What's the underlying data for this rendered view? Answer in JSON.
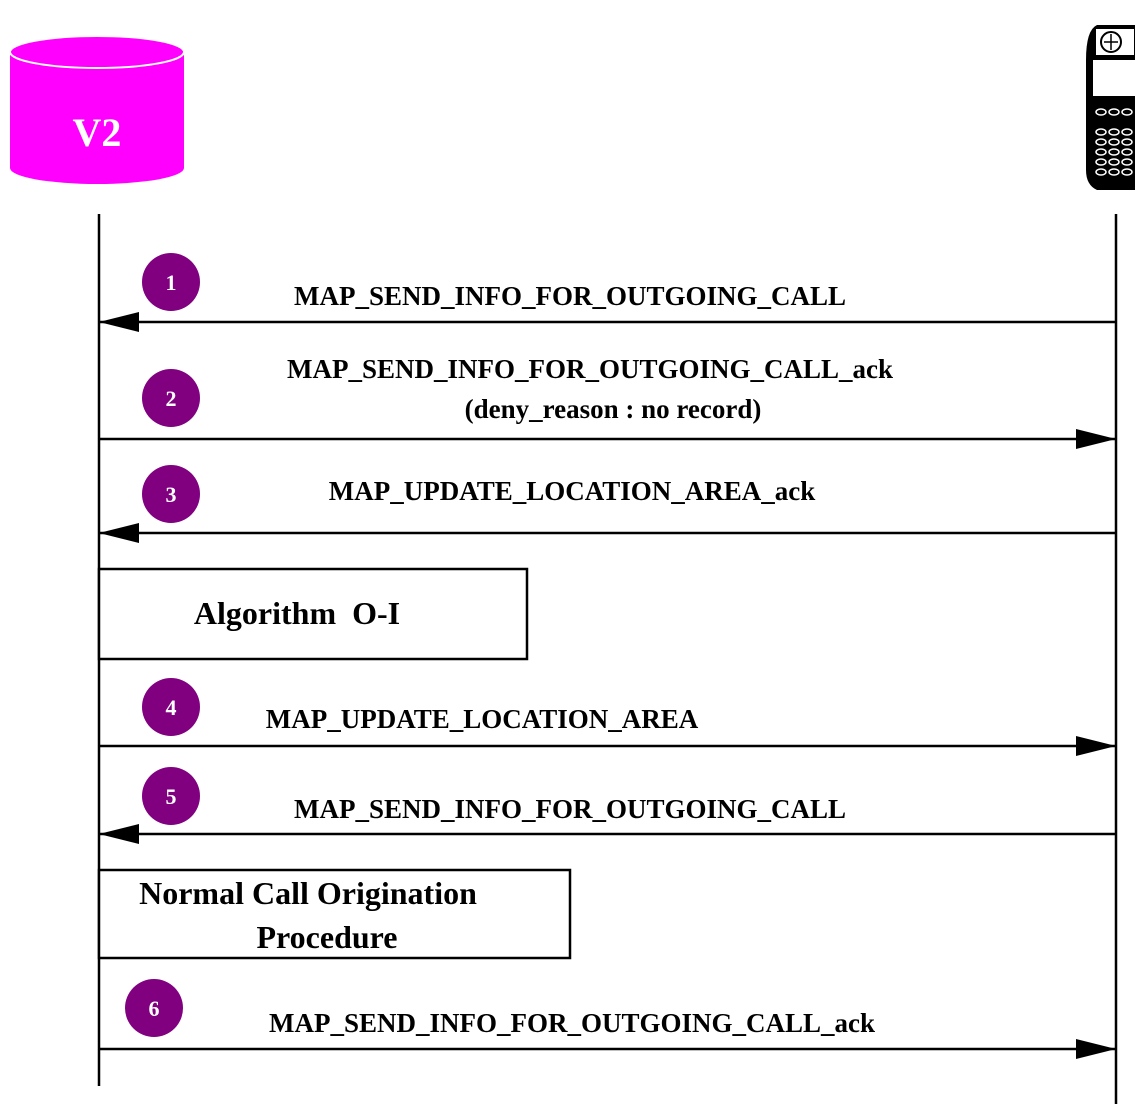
{
  "database": {
    "label": "V2",
    "color": "#ff00ff"
  },
  "step_color": "#800080",
  "messages": [
    {
      "step": "1",
      "lines": [
        "MAP_SEND_INFO_FOR_OUTGOING_CALL"
      ],
      "direction": "left"
    },
    {
      "step": "2",
      "lines": [
        "MAP_SEND_INFO_FOR_OUTGOING_CALL_ack",
        "(deny_reason : no record)"
      ],
      "direction": "right"
    },
    {
      "step": "3",
      "lines": [
        "MAP_UPDATE_LOCATION_AREA_ack"
      ],
      "direction": "left"
    },
    {
      "step": "4",
      "lines": [
        "MAP_UPDATE_LOCATION_AREA"
      ],
      "direction": "right"
    },
    {
      "step": "5",
      "lines": [
        "MAP_SEND_INFO_FOR_OUTGOING_CALL"
      ],
      "direction": "left"
    },
    {
      "step": "6",
      "lines": [
        "MAP_SEND_INFO_FOR_OUTGOING_CALL_ack"
      ],
      "direction": "right"
    }
  ],
  "process_boxes": [
    {
      "lines": [
        "Algorithm  O-I"
      ]
    },
    {
      "lines": [
        "Normal Call Origination",
        "Procedure"
      ]
    }
  ],
  "icons": {
    "right_actor": "mobile-phone-icon"
  }
}
